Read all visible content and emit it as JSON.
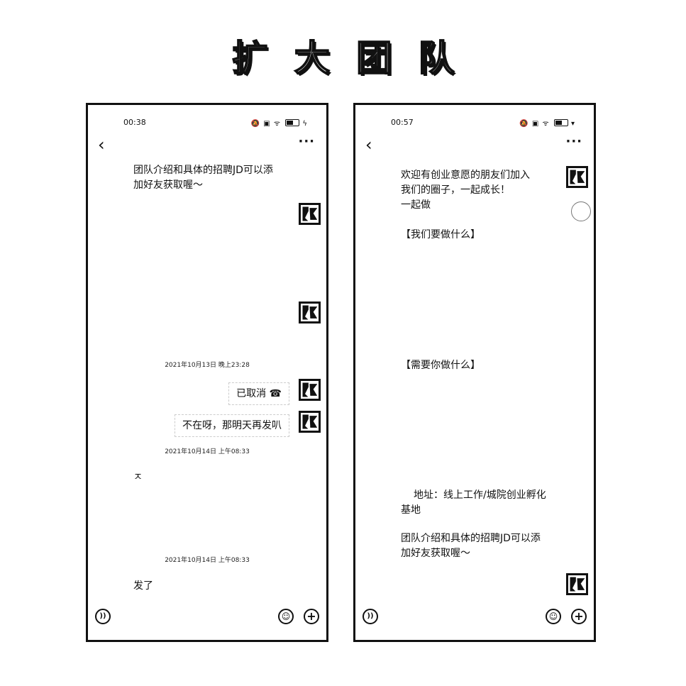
{
  "title": "扩大团队",
  "left_phone": {
    "status_time": "00:38",
    "status_icons": "🔕 ▣ ᯤ",
    "battery_suffix": "ϟ",
    "messages": {
      "intro_text": "团队介绍和具体的招聘JD可以添\n加好友获取喔～",
      "timestamp1": "2021年10月13日 晚上23:28",
      "cancelled": "已取消 ☎",
      "not_here": "不在呀，那明天再发叭",
      "timestamp2": "2021年10月14日 上午08:33",
      "glyph": "ㅈ",
      "timestamp3": "2021年10月14日 上午08:33",
      "sent": "发了"
    }
  },
  "right_phone": {
    "status_time": "00:57",
    "status_icons": "🔕 ▣ ᯤ",
    "battery_suffix": "▾",
    "messages": {
      "welcome": "欢迎有创业意愿的朋友们加入\n我们的圈子，一起成长！\n一起做",
      "what_we_do": "【我们要做什么】",
      "what_you_need": "【需要你做什么】",
      "address": "地址：线上工作/城院创业孵化\n基地",
      "intro_text": "团队介绍和具体的招聘JD可以添\n加好友获取喔～"
    }
  },
  "icons": {
    "back": "‹",
    "more": "···",
    "voice": "))",
    "emoji": "☺",
    "plus": "+"
  }
}
